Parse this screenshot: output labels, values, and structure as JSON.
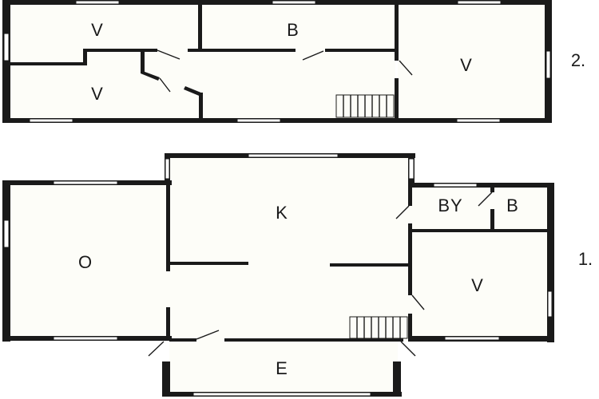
{
  "floors": [
    {
      "label": "2.",
      "rooms": [
        {
          "id": "upper-left-top",
          "label": "V"
        },
        {
          "id": "upper-left-bottom",
          "label": "V"
        },
        {
          "id": "upper-bath",
          "label": "B"
        },
        {
          "id": "upper-right",
          "label": "V"
        }
      ]
    },
    {
      "label": "1.",
      "rooms": [
        {
          "id": "living",
          "label": "O"
        },
        {
          "id": "kitchen",
          "label": "K"
        },
        {
          "id": "laundry",
          "label": "BY"
        },
        {
          "id": "bath",
          "label": "B"
        },
        {
          "id": "bedroom",
          "label": "V"
        },
        {
          "id": "entry",
          "label": "E"
        }
      ]
    }
  ],
  "colors": {
    "wall": "#1a1a1a",
    "floor": "#fdfdf8",
    "background": "#ffffff"
  }
}
